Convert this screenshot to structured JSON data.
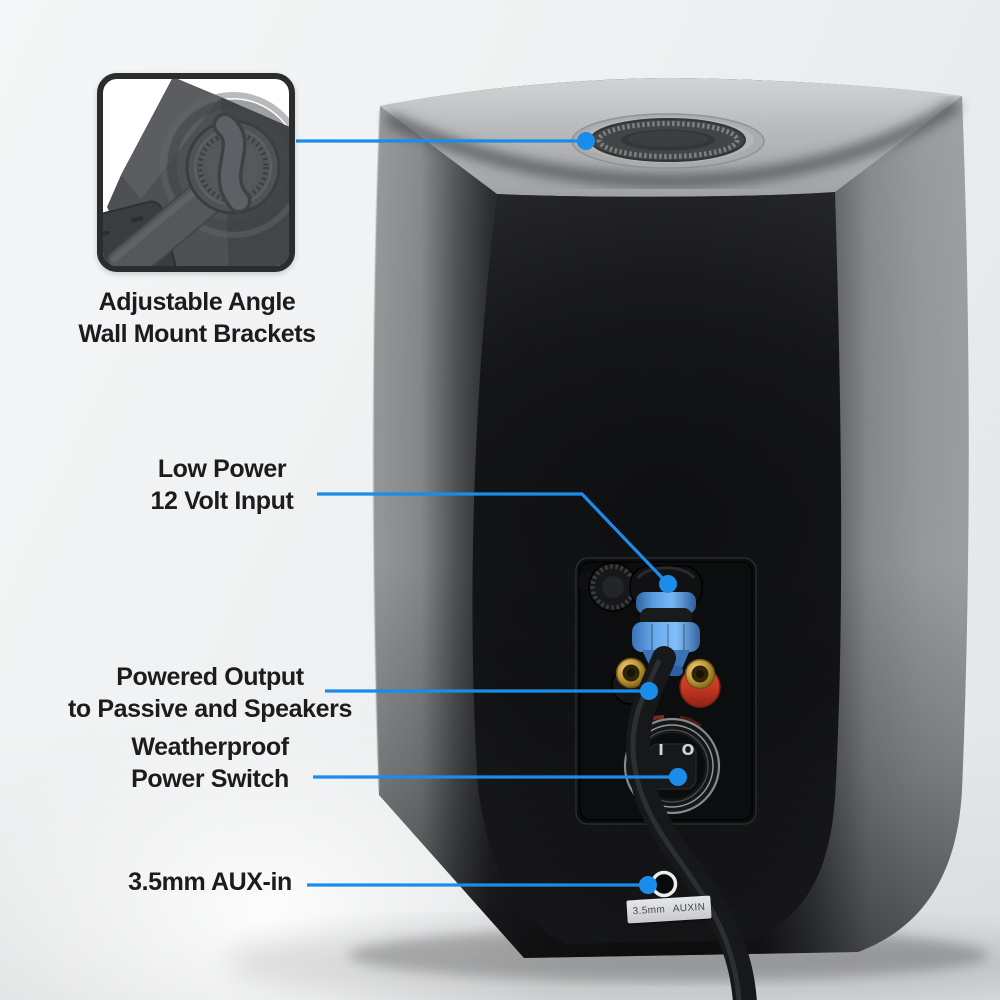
{
  "callouts": [
    {
      "name": "wall-mount-brackets",
      "lines": [
        "Adjustable Angle",
        "Wall Mount Brackets"
      ]
    },
    {
      "name": "low-power-input",
      "lines": [
        "Low Power",
        "12 Volt Input"
      ]
    },
    {
      "name": "powered-output",
      "lines": [
        "Powered Output",
        "to Passive and Speakers"
      ]
    },
    {
      "name": "weatherproof-switch",
      "lines": [
        "Weatherproof",
        "Power Switch"
      ]
    },
    {
      "name": "aux-in",
      "lines": [
        "3.5mm AUX-in"
      ]
    }
  ],
  "speaker": {
    "aux_sticker_label": "3.5mm AUXIN",
    "switch_markings": [
      "I",
      "O"
    ]
  },
  "colors": {
    "accent_blue": "#1b8ce9",
    "label_text": "#1c1c1d",
    "connector_blue": "#4a90d8",
    "binding_post_red": "#d03a24",
    "binding_post_gold": "#caa146",
    "cabinet_dark": "#17181a"
  }
}
